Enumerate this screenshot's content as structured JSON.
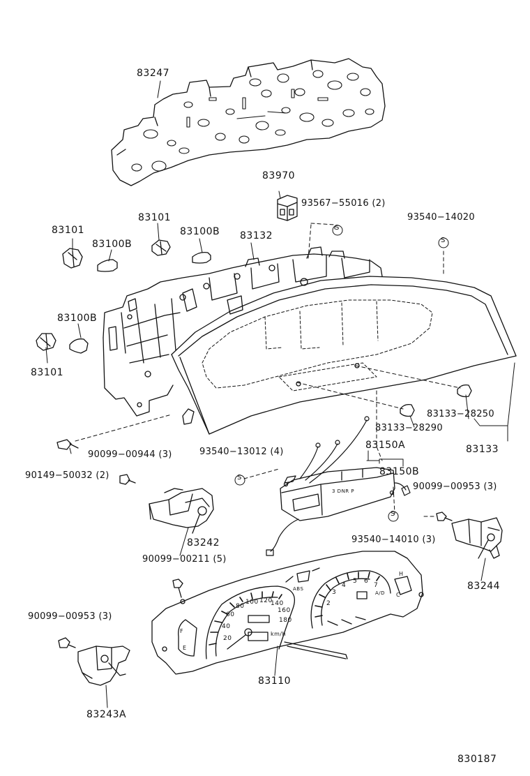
{
  "diagram": {
    "labels": {
      "p83247": "83247",
      "p83970": "83970",
      "p93567": "93567−55016 (2)",
      "p93540_14020": "93540−14020",
      "p83101_a": "83101",
      "p83101_b": "83101",
      "p83100b_a": "83100B",
      "p83100b_b": "83100B",
      "p83132": "83132",
      "p83100b_c": "83100B",
      "p83101_c": "83101",
      "p83133_28250": "83133−28250",
      "p83133_28290": "83133−28290",
      "p83133": "83133",
      "p83150a": "83150A",
      "p93540_13012": "93540−13012 (4)",
      "p90099_00944": "90099−00944 (3)",
      "p90149_50032": "90149−50032 (2)",
      "p83150b": "83150B",
      "p90099_00953_a": "90099−00953 (3)",
      "p83242": "83242",
      "p93540_14010": "93540−14010 (3)",
      "p90099_00211": "90099−00211 (5)",
      "p83244": "83244",
      "p90099_00953_b": "90099−00953 (3)",
      "p83110": "83110",
      "p83243a": "83243A",
      "figure_id": "830187"
    },
    "screw_symbol": "S",
    "dial_text": {
      "speed_marks": [
        "20",
        "40",
        "60",
        "80",
        "100",
        "120",
        "140",
        "160",
        "180"
      ],
      "speed_unit": "km/h",
      "rpm_marks": [
        "2",
        "3",
        "4",
        "5",
        "6",
        "7"
      ],
      "abs": "ABS",
      "ad": "A/D",
      "gear_text": "3 DNR P",
      "fuel_e": "E",
      "fuel_f": "F",
      "temp_c": "C",
      "temp_h": "H"
    }
  }
}
